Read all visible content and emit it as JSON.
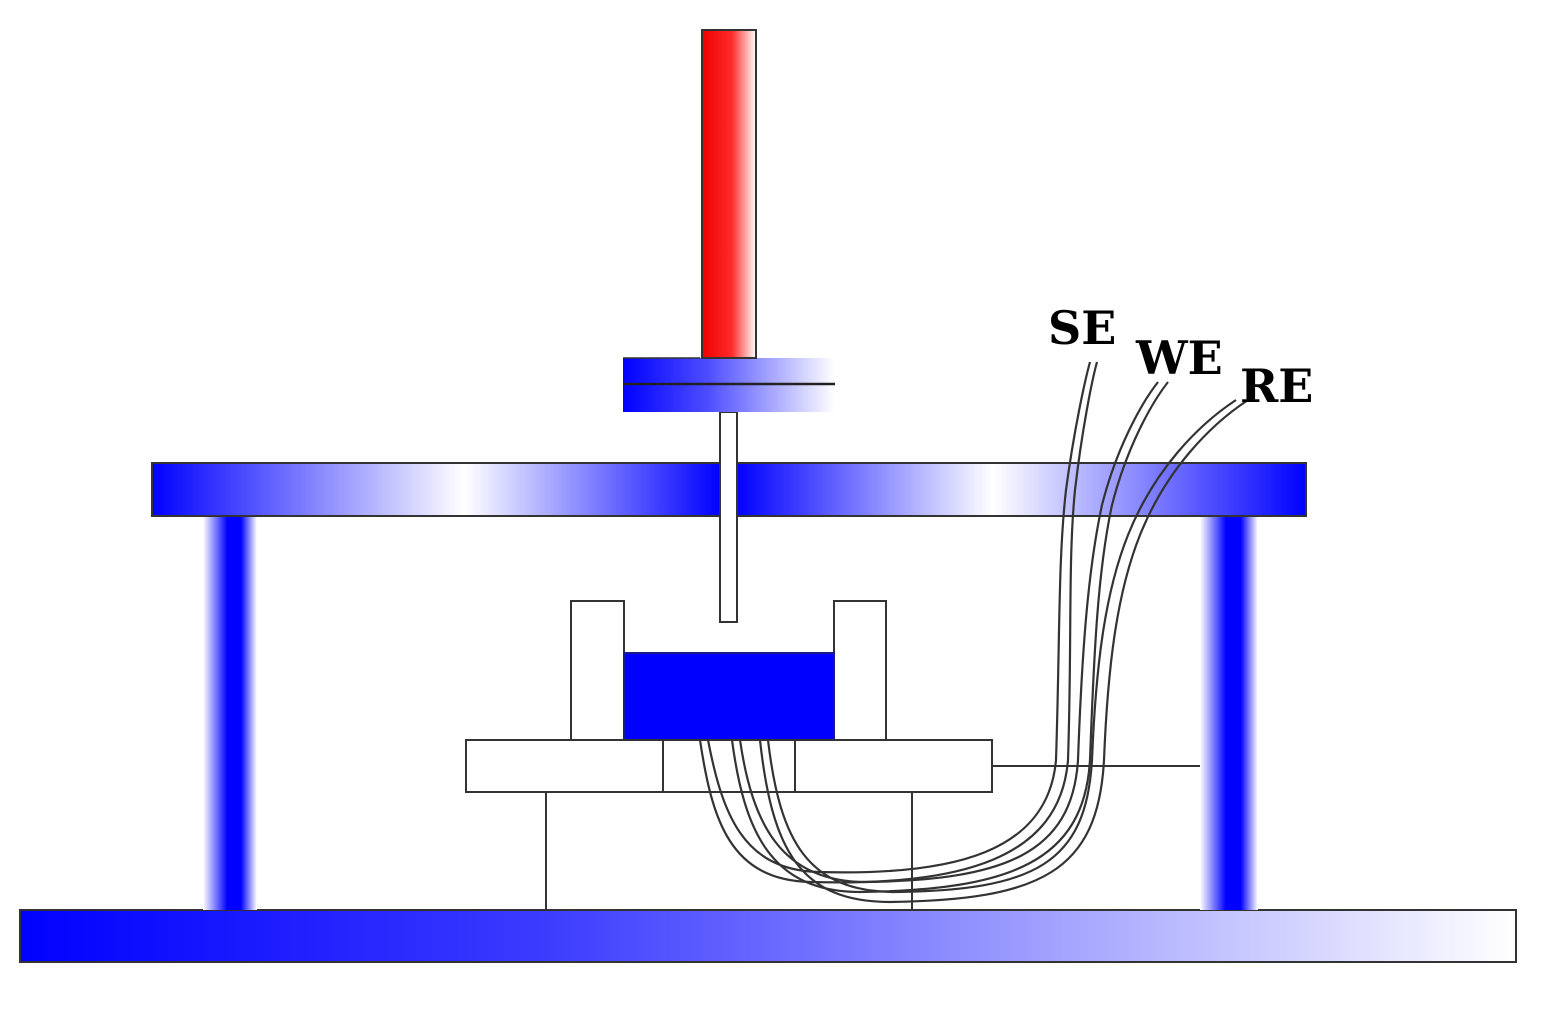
{
  "labels": {
    "se": "SE",
    "we": "WE",
    "re": "RE"
  },
  "colors": {
    "frame_blue": "#0000ff",
    "frame_light": "#ffffff",
    "indenter_red": "#ee1111",
    "sample_blue": "#0000ff",
    "line": "#333333"
  }
}
